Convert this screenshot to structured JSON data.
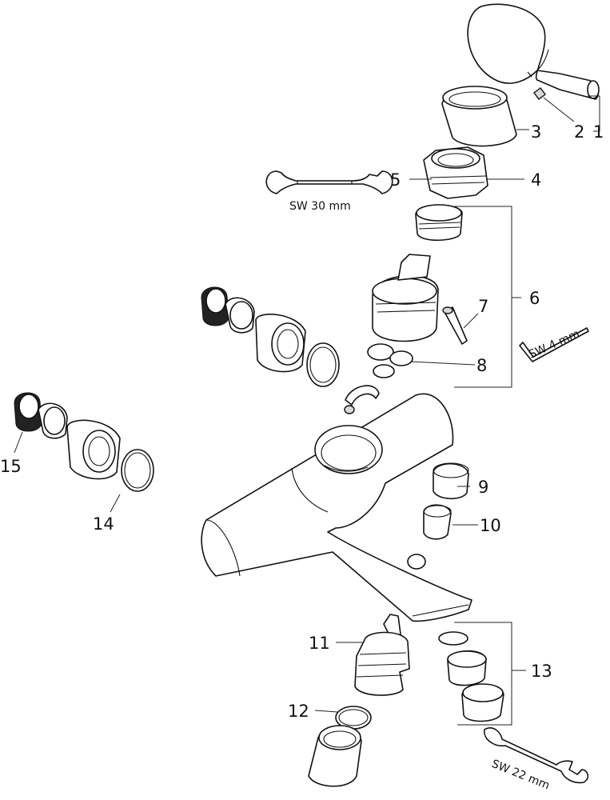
{
  "parts": [
    {
      "id": "1",
      "label": "1"
    },
    {
      "id": "2",
      "label": "2"
    },
    {
      "id": "3",
      "label": "3"
    },
    {
      "id": "4",
      "label": "4"
    },
    {
      "id": "5",
      "label": "5"
    },
    {
      "id": "6",
      "label": "6"
    },
    {
      "id": "7",
      "label": "7"
    },
    {
      "id": "8",
      "label": "8"
    },
    {
      "id": "9",
      "label": "9"
    },
    {
      "id": "10",
      "label": "10"
    },
    {
      "id": "11",
      "label": "11"
    },
    {
      "id": "12",
      "label": "12"
    },
    {
      "id": "13",
      "label": "13"
    },
    {
      "id": "14",
      "label": "14"
    },
    {
      "id": "15",
      "label": "15"
    }
  ],
  "tools": {
    "wrench_30": "SW 30 mm",
    "hex_key_4": "SW 4 mm",
    "wrench_22": "SW 22 mm"
  }
}
